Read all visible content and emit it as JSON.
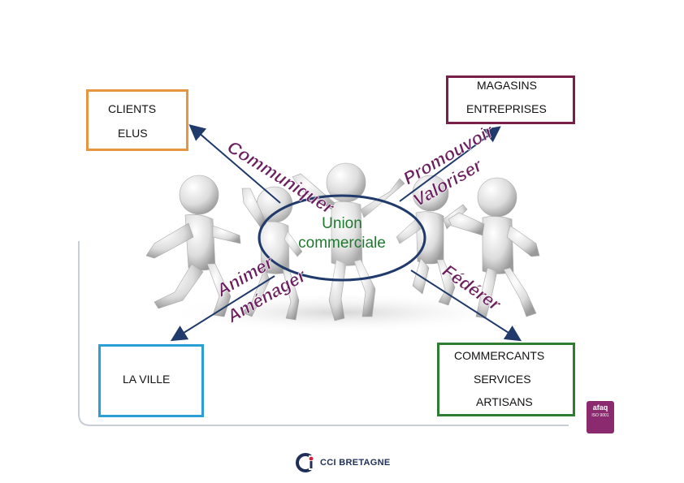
{
  "colors": {
    "orange_box": "#e8953f",
    "purple_box": "#7a1f4a",
    "blue_box": "#2a9fd6",
    "green_box": "#2e7d32",
    "ellipse": "#1f3a6b",
    "arrow": "#1f3a6b",
    "verb_text": "#6b1f5e",
    "center_text": "#1e7a2e"
  },
  "boxes": {
    "top_left": {
      "lines": [
        "CLIENTS",
        "ELUS"
      ]
    },
    "top_right": {
      "lines": [
        "MAGASINS",
        "ENTREPRISES"
      ]
    },
    "bottom_left": {
      "lines": [
        "LA VILLE"
      ]
    },
    "bottom_right": {
      "lines": [
        "COMMERCANTS",
        "SERVICES",
        "ARTISANS"
      ]
    }
  },
  "center": {
    "line1": "Union",
    "line2": "commerciale"
  },
  "verbs": {
    "communiquer": "Communiquer",
    "promouvoir": "Promouvoir",
    "valoriser": "Valoriser",
    "animer": "Animer",
    "amenager": "Aménager",
    "federer": "Fédérer"
  },
  "footer": {
    "org": "CCI BRETAGNE"
  },
  "certification": {
    "brand": "afaq",
    "standard": "ISO 9001"
  }
}
